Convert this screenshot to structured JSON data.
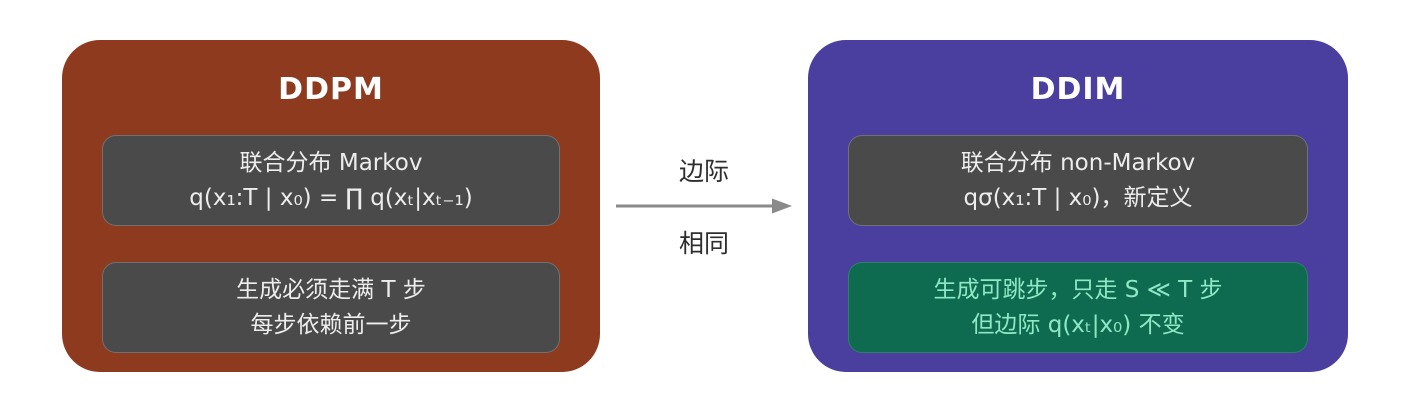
{
  "colors": {
    "ddpm_bg": "#8E3A1E",
    "ddim_bg": "#4A3F9E",
    "gray_box_bg": "#4A4A4A",
    "green_box_bg": "#0E6B50",
    "green_text": "#8FE8C4",
    "arrow": "#8A8A8A"
  },
  "ddpm": {
    "title": "DDPM",
    "joint_box": {
      "line1": "联合分布 Markov",
      "line2": "q(x₁:T | x₀) = ∏ q(xₜ|xₜ₋₁)"
    },
    "steps_box": {
      "line1": "生成必须走满 T 步",
      "line2": "每步依赖前一步"
    }
  },
  "connector": {
    "label_top": "边际",
    "label_bottom": "相同"
  },
  "ddim": {
    "title": "DDIM",
    "joint_box": {
      "line1": "联合分布 non-Markov",
      "line2": "qσ(x₁:T | x₀)，新定义"
    },
    "steps_box": {
      "line1": "生成可跳步，只走 S ≪ T 步",
      "line2": "但边际 q(xₜ|x₀) 不变"
    }
  }
}
